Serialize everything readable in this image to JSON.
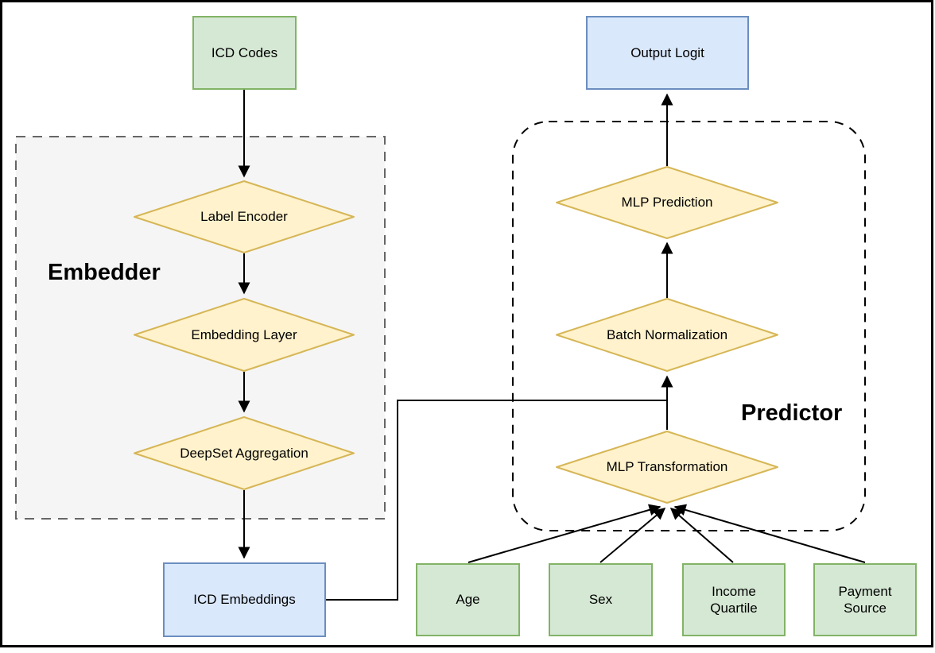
{
  "diagram": {
    "regions": {
      "embedder": {
        "label": "Embedder"
      },
      "predictor": {
        "label": "Predictor"
      }
    },
    "nodes": {
      "icd_codes": {
        "label": "ICD Codes"
      },
      "label_encoder": {
        "label": "Label Encoder"
      },
      "embedding_layer": {
        "label": "Embedding Layer"
      },
      "deepset_aggregation": {
        "label": "DeepSet Aggregation"
      },
      "icd_embeddings": {
        "label": "ICD Embeddings"
      },
      "output_logit": {
        "label": "Output Logit"
      },
      "mlp_prediction": {
        "label": "MLP Prediction"
      },
      "batch_normalization": {
        "label": "Batch Normalization"
      },
      "mlp_transformation": {
        "label": "MLP Transformation"
      },
      "age": {
        "label": "Age"
      },
      "sex": {
        "label": "Sex"
      },
      "income_quartile": {
        "label": "Income Quartile"
      },
      "payment_source": {
        "label": "Payment Source"
      }
    },
    "edges": [
      {
        "from": "icd_codes",
        "to": "label_encoder"
      },
      {
        "from": "label_encoder",
        "to": "embedding_layer"
      },
      {
        "from": "embedding_layer",
        "to": "deepset_aggregation"
      },
      {
        "from": "deepset_aggregation",
        "to": "icd_embeddings"
      },
      {
        "from": "icd_embeddings",
        "to": "batch_normalization"
      },
      {
        "from": "mlp_transformation",
        "to": "batch_normalization"
      },
      {
        "from": "batch_normalization",
        "to": "mlp_prediction"
      },
      {
        "from": "mlp_prediction",
        "to": "output_logit"
      },
      {
        "from": "age",
        "to": "mlp_transformation"
      },
      {
        "from": "sex",
        "to": "mlp_transformation"
      },
      {
        "from": "income_quartile",
        "to": "mlp_transformation"
      },
      {
        "from": "payment_source",
        "to": "mlp_transformation"
      }
    ],
    "palette": {
      "node_fill_green": "#d5e8d4",
      "node_stroke_green": "#82b366",
      "node_fill_blue": "#dae8fc",
      "node_stroke_blue": "#6c8ebf",
      "node_fill_yellow": "#fff2cc",
      "node_stroke_yellow": "#d6b656",
      "embedder_fill": "#f5f5f5",
      "embedder_stroke": "#666666",
      "predictor_stroke": "#000000",
      "edge_color": "#000000",
      "text_color": "#000000",
      "frame_color": "#000000",
      "background": "#ffffff"
    }
  }
}
